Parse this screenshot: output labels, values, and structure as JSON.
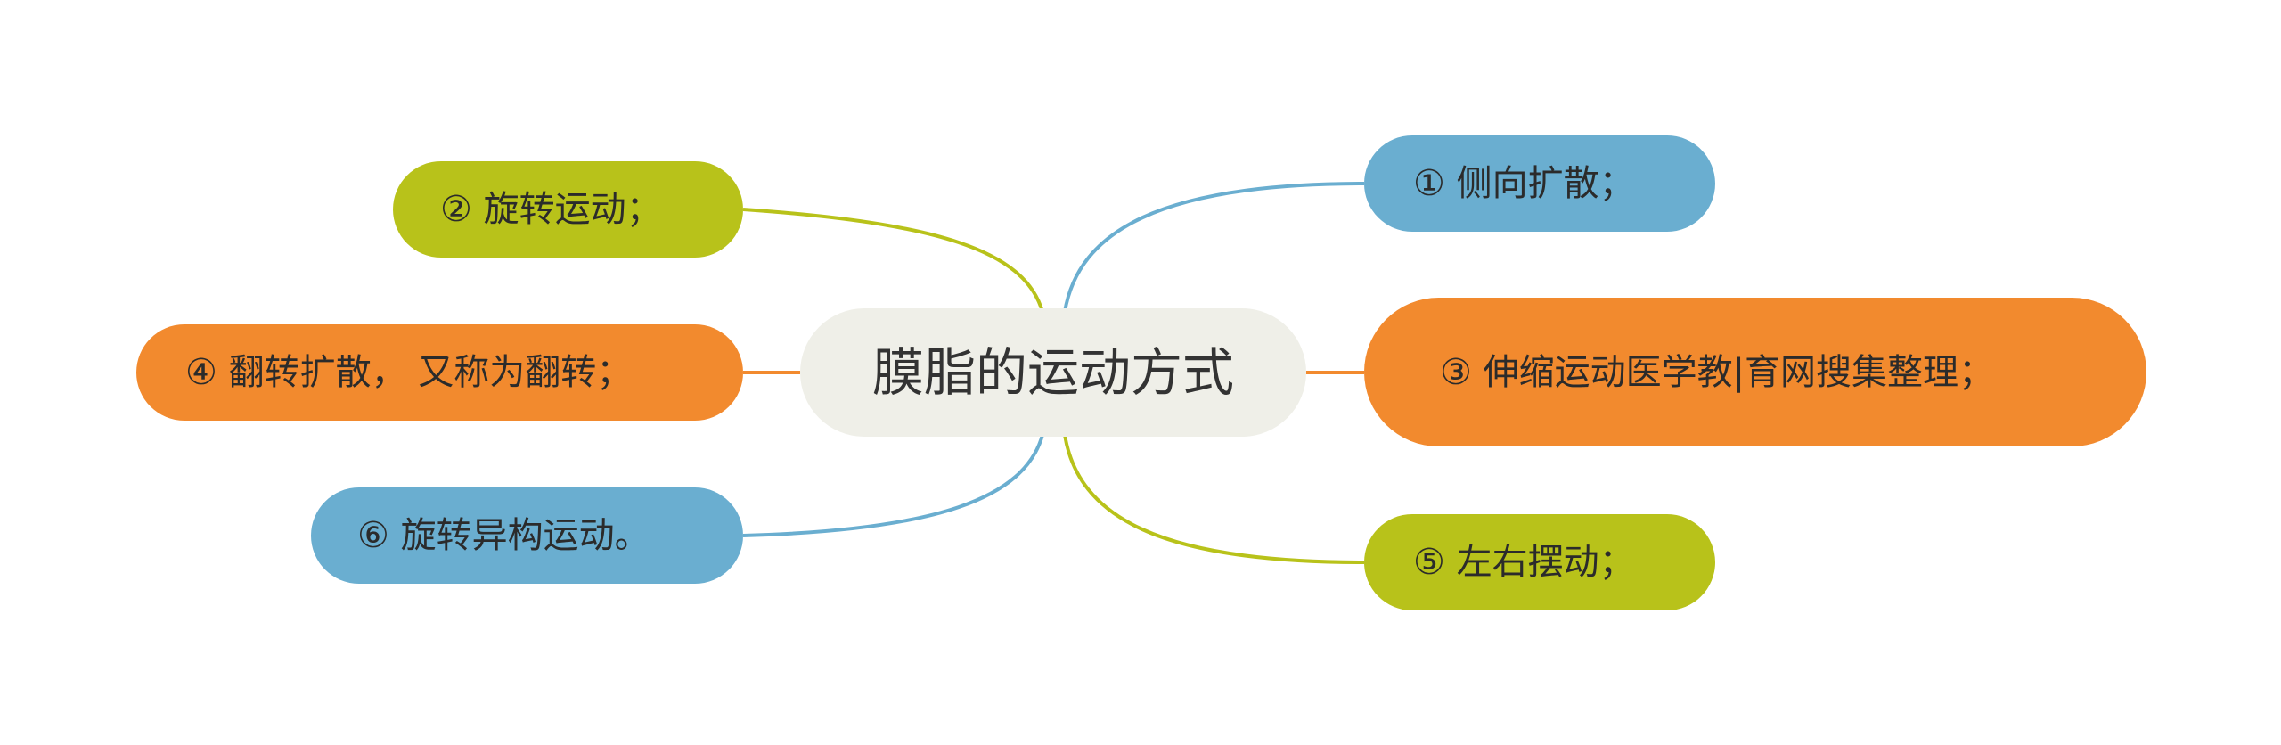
{
  "mindmap": {
    "center": "膜脂的运动方式",
    "left": [
      {
        "label": "② 旋转运动；",
        "color": "#b8c21a"
      },
      {
        "label": "④ 翻转扩散， 又称为翻转；",
        "color": "#f28a2e"
      },
      {
        "label": "⑥ 旋转异构运动。",
        "color": "#6aaed0"
      }
    ],
    "right": [
      {
        "label": "① 侧向扩散；",
        "color": "#6aaed0"
      },
      {
        "label": "③ 伸缩运动医学教|育网搜集整理；",
        "color": "#f28a2e"
      },
      {
        "label": "⑤ 左右摆动；",
        "color": "#b8c21a"
      }
    ]
  }
}
